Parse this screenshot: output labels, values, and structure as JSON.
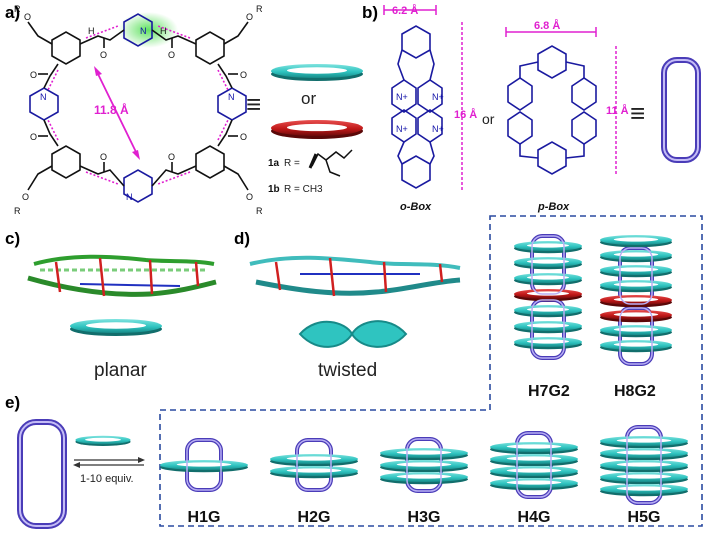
{
  "panels": {
    "a": "a)",
    "b": "b)",
    "c": "c)",
    "d": "d)",
    "e": "e)"
  },
  "panel_a": {
    "distance": "11.8 Å",
    "equiv_symbol": "≡",
    "or": "or",
    "substituent_1a_label": "1a",
    "substituent_1a_r": "R =",
    "substituent_1b_label": "1b",
    "substituent_1b_r": "R = CH3",
    "atoms": [
      "O",
      "O",
      "R",
      "R",
      "H",
      "N",
      "N",
      "H",
      "O",
      "O",
      "R",
      "R",
      "N",
      "N",
      "O",
      "O",
      "H",
      "H",
      "N",
      "N",
      "N",
      "N",
      "O",
      "O",
      "H",
      "H",
      "O",
      "O",
      "R",
      "R",
      "N",
      "H",
      "H",
      "N",
      "O",
      "O",
      "R",
      "R",
      "H",
      "N",
      "N"
    ]
  },
  "panel_b": {
    "o_width": "6.2 Å",
    "o_height": "16 Å",
    "p_width": "6.8 Å",
    "p_height": "11 Å",
    "or": "or",
    "equiv_symbol": "≡",
    "o_label": "o-Box",
    "p_label": "p-Box",
    "pyridinium": "N+"
  },
  "panel_c": {
    "caption": "planar"
  },
  "panel_d": {
    "caption": "twisted"
  },
  "panel_dd": {
    "left": "H7G2",
    "right": "H8G2"
  },
  "panel_e": {
    "arrow_label": "1-10 equiv.",
    "complexes": [
      {
        "label": "H1G",
        "rings": 1
      },
      {
        "label": "H2G",
        "rings": 2
      },
      {
        "label": "H3G",
        "rings": 3
      },
      {
        "label": "H4G",
        "rings": 4
      },
      {
        "label": "H5G",
        "rings": 5
      }
    ]
  },
  "colors": {
    "teal": "#2fc4c0",
    "teal_dark": "#178a88",
    "red": "#c01818",
    "red_dark": "#7a0c0c",
    "blue": "#1a1aa0",
    "box": "#6a5cd0",
    "magenta": "#e020d0",
    "dash": "#2a4aa0",
    "green_glow": "#58e058"
  }
}
